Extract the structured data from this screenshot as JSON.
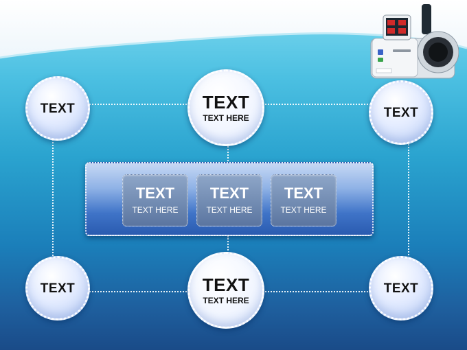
{
  "diagram": {
    "top_center": {
      "title": "TEXT",
      "subtitle": "TEXT HERE"
    },
    "bottom_center": {
      "title": "TEXT",
      "subtitle": "TEXT HERE"
    },
    "corners": {
      "top_left": {
        "title": "TEXT"
      },
      "top_right": {
        "title": "TEXT"
      },
      "bottom_left": {
        "title": "TEXT"
      },
      "bottom_right": {
        "title": "TEXT"
      }
    },
    "panel_cards": [
      {
        "title": "TEXT",
        "subtitle": "TEXT HERE"
      },
      {
        "title": "TEXT",
        "subtitle": "TEXT HERE"
      },
      {
        "title": "TEXT",
        "subtitle": "TEXT HERE"
      }
    ]
  },
  "colors": {
    "background_top": "#7fdaf0",
    "background_bottom": "#1a4b88",
    "panel": "#3f74c8",
    "card": "#6f89b0"
  },
  "illustration": {
    "icon": "blood-pressure-monitor-icon"
  }
}
